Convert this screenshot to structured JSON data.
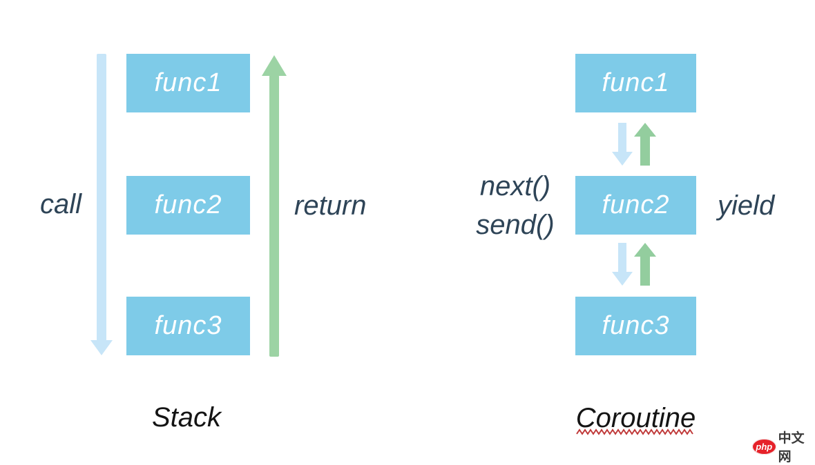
{
  "background": "#ffffff",
  "colors": {
    "box_fill": "#7ECBE8",
    "box_text": "#ffffff",
    "call_arrow_blue": "#C7E5F8",
    "return_arrow_green": "#9CD3A4",
    "small_up_arrow_green": "#93CD9E",
    "label_text": "#2E4457",
    "title_text": "#141414",
    "squiggle_red": "#C03A3A",
    "logo_badge_fill": "#E62129",
    "logo_badge_text": "#ffffff",
    "logo_text_color": "#3A3A3A"
  },
  "stack": {
    "title": "Stack",
    "call_label": "call",
    "return_label": "return",
    "boxes": [
      "func1",
      "func2",
      "func3"
    ]
  },
  "coroutine": {
    "title": "Coroutine",
    "next_label": "next()",
    "send_label": "send()",
    "yield_label": "yield",
    "boxes": [
      "func1",
      "func2",
      "func3"
    ]
  },
  "logo": {
    "badge": "php",
    "text": "中文网"
  }
}
